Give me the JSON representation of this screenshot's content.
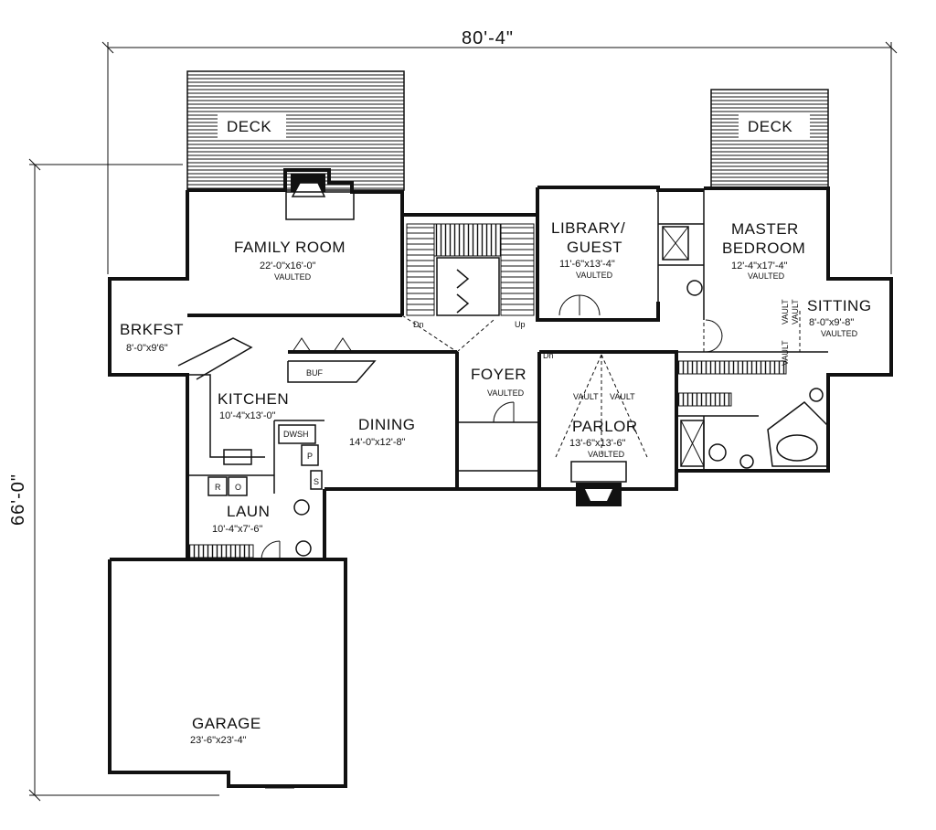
{
  "dimensions": {
    "width": "80'-4\"",
    "depth": "66'-0\""
  },
  "rooms": {
    "deck_left": {
      "name": "DECK"
    },
    "deck_right": {
      "name": "DECK"
    },
    "family_room": {
      "name": "FAMILY ROOM",
      "size": "22'-0\"x16'-0\"",
      "note": "VAULTED"
    },
    "library": {
      "name": "LIBRARY/",
      "name2": "GUEST",
      "size": "11'-6\"x13'-4\"",
      "note": "VAULTED"
    },
    "master_bedroom": {
      "name": "MASTER",
      "name2": "BEDROOM",
      "size": "12'-4\"x17'-4\"",
      "note": "VAULTED"
    },
    "sitting": {
      "name": "SITTING",
      "size": "8'-0\"x9'-8\"",
      "note": "VAULTED"
    },
    "brkfst": {
      "name": "BRKFST",
      "size": "8'-0\"x9'6\""
    },
    "kitchen": {
      "name": "KITCHEN",
      "size": "10'-4\"x13'-0\""
    },
    "dining": {
      "name": "DINING",
      "size": "14'-0\"x12'-8\""
    },
    "foyer": {
      "name": "FOYER",
      "note": "VAULTED"
    },
    "parlor": {
      "name": "PARLOR",
      "size": "13'-6\"x13'-6\"",
      "note": "VAULTED",
      "vault_left": "VAULT",
      "vault_right": "VAULT"
    },
    "laun": {
      "name": "LAUN",
      "size": "10'-4\"x7'-6\""
    },
    "garage": {
      "name": "GARAGE",
      "size": "23'-6\"x23'-4\""
    }
  },
  "labels": {
    "dn_left": "Dn",
    "up": "Up",
    "dn_parlor": "Dn",
    "vault_v1": "VAULT",
    "vault_v2": "VAULT",
    "vault_v3": "VAULT",
    "dwsh": "DWSH",
    "pantry": "P",
    "shelf": "S",
    "buf": "BUF",
    "range_r": "R",
    "range_o": "O"
  }
}
